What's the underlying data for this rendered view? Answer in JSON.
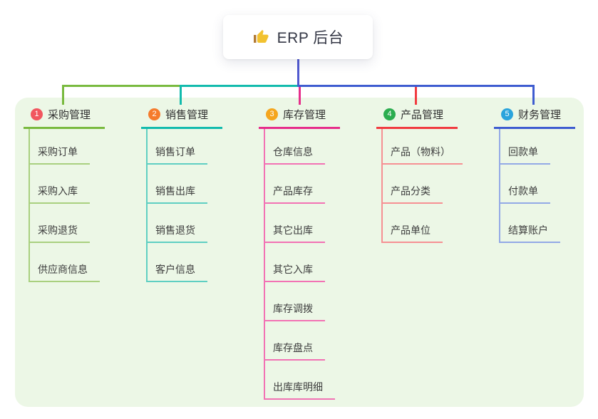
{
  "root": {
    "label": "ERP 后台",
    "icon": "thumbs-up-icon",
    "icon_color": "#F2C230"
  },
  "canvas": {
    "background": "#FFFFFF",
    "panel_background": "#ECF7E6",
    "stem_color": "#5059D0"
  },
  "branches": [
    {
      "index": "1",
      "label": "采购管理",
      "color": "#79BA3F",
      "light_color": "#A9D07F",
      "badge_color": "#F1565F",
      "children": [
        "采购订单",
        "采购入库",
        "采购退货",
        "供应商信息"
      ]
    },
    {
      "index": "2",
      "label": "销售管理",
      "color": "#12BBAD",
      "light_color": "#5FCFC2",
      "badge_color": "#F57B2C",
      "children": [
        "销售订单",
        "销售出库",
        "销售退货",
        "客户信息"
      ]
    },
    {
      "index": "3",
      "label": "库存管理",
      "color": "#E62E8B",
      "light_color": "#F272B4",
      "badge_color": "#F5A61E",
      "children": [
        "仓库信息",
        "产品库存",
        "其它出库",
        "其它入库",
        "库存调拨",
        "库存盘点",
        "出库库明细"
      ]
    },
    {
      "index": "4",
      "label": "产品管理",
      "color": "#F13B40",
      "light_color": "#F69093",
      "badge_color": "#2BAD4F",
      "children": [
        "产品（物料）",
        "产品分类",
        "产品单位"
      ]
    },
    {
      "index": "5",
      "label": "财务管理",
      "color": "#3E5CD0",
      "light_color": "#93A9E6",
      "badge_color": "#2BA4DC",
      "children": [
        "回款单",
        "付款单",
        "结算账户"
      ]
    }
  ]
}
